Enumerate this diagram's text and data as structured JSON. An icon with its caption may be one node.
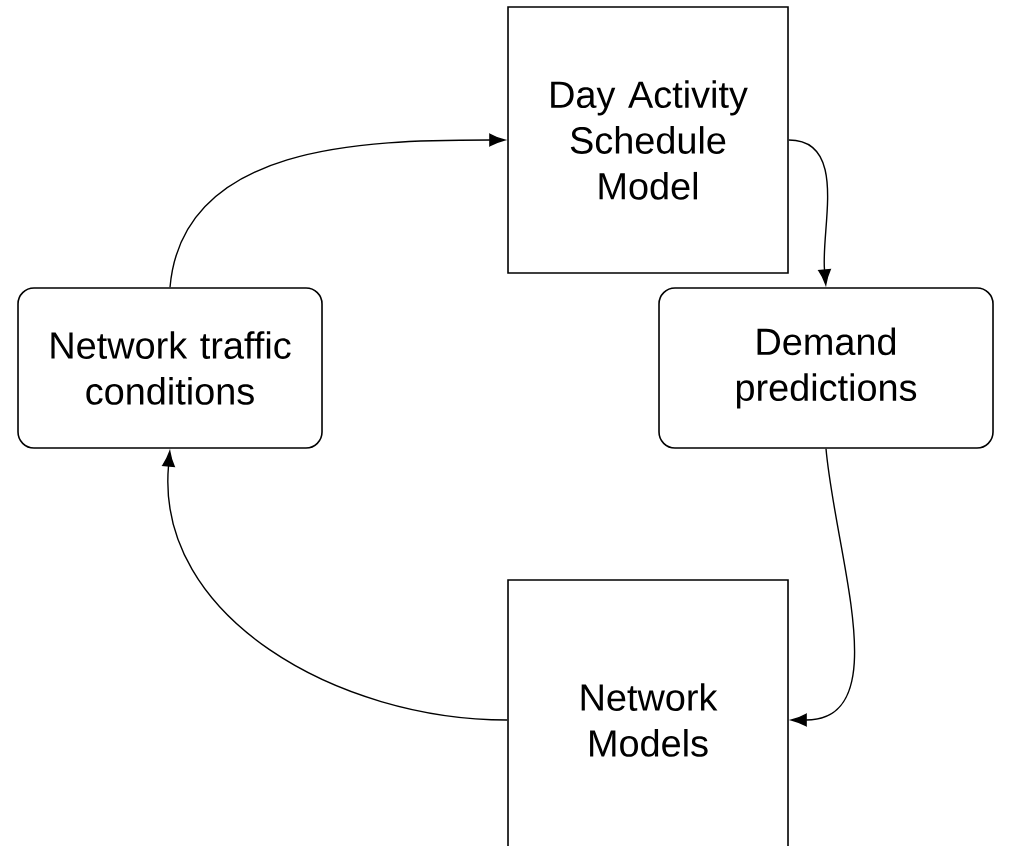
{
  "diagram": {
    "nodes": [
      {
        "text": [
          "Day Activity Schedule Model"
        ]
      },
      {
        "text": [
          "Network traffic conditions"
        ]
      },
      {
        "text": [
          "Demand predictions"
        ]
      },
      {
        "text": [
          "Network Models"
        ]
      }
    ],
    "edges": [
      {
        "from": 1,
        "to": 0,
        "arrow": "to"
      },
      {
        "from": 0,
        "to": 2,
        "arrow": "to"
      },
      {
        "from": 2,
        "to": 3,
        "arrow": "to"
      },
      {
        "from": 3,
        "to": 1,
        "arrow": "to"
      }
    ]
  }
}
